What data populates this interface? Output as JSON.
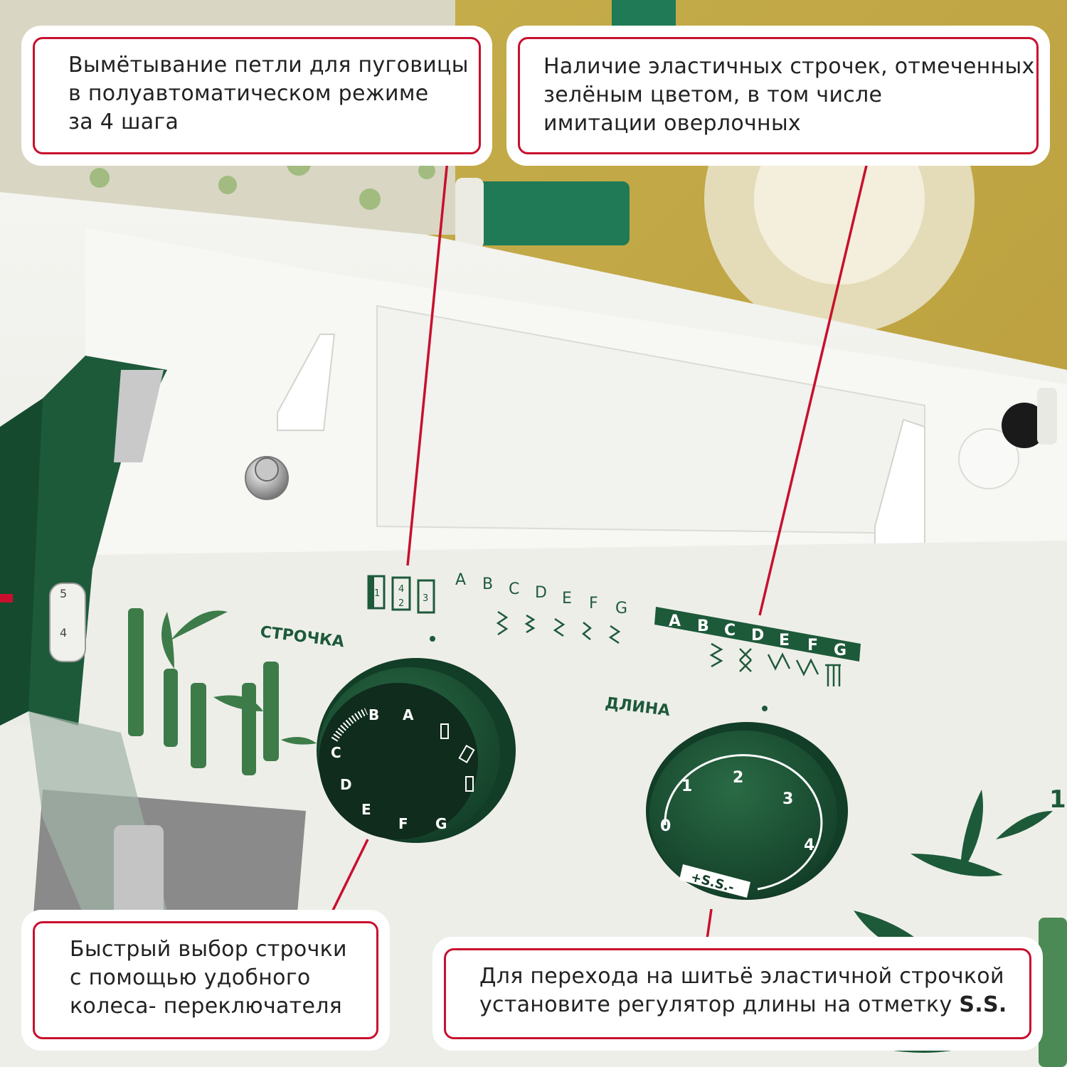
{
  "machine": {
    "left_dial_title": "СТРОЧКА",
    "right_dial_title": "ДЛИНА",
    "left_dial_letters": [
      "B",
      "A",
      "C",
      "D",
      "E",
      "F",
      "G"
    ],
    "right_dial_numbers": [
      "0",
      "1",
      "2",
      "3",
      "4"
    ],
    "right_dial_ss": "+S.S.-",
    "pattern_letters_top": [
      "A",
      "B",
      "C",
      "D",
      "E",
      "F",
      "G"
    ],
    "pattern_letters_elastic": [
      "A",
      "B",
      "C",
      "D",
      "E",
      "F",
      "G"
    ],
    "buttonhole_steps": [
      "1",
      "4",
      "2",
      "3"
    ],
    "side_numbers": [
      "5",
      "4"
    ],
    "model_fragment": "1"
  },
  "colors": {
    "brand_green": "#1d5a3a",
    "accent_red": "#c8102e",
    "machine_white": "#f1f1ec"
  },
  "callouts": {
    "top_left": {
      "text": "Вымётывание петли для пуговицы в полуавтоматическом режиме за 4 шага",
      "line1": "Вымётывание петли для пуговицы",
      "line2": "в полуавтоматическом режиме",
      "line3": "за 4 шага"
    },
    "top_right": {
      "text": "Наличие эластичных строчек, отмеченных зелёным цветом, в том числе имитации оверлочных",
      "line1": "Наличие эластичных строчек, отмеченных",
      "line2": "зелёным цветом, в том числе",
      "line3": "имитации оверлочных"
    },
    "bottom_left": {
      "text": "Быстрый выбор строчки с помощью удобного колеса- переключателя",
      "line1": "Быстрый выбор строчки",
      "line2": "с помощью удобного",
      "line3": "колеса- переключателя"
    },
    "bottom_right": {
      "text": "Для перехода на шитьё эластичной строчкой установите регулятор длины на отметку S.S.",
      "line1": "Для перехода на шитьё эластичной строчкой",
      "line2_prefix": "установите регулятор длины на отметку ",
      "line2_bold": "S.S."
    }
  }
}
